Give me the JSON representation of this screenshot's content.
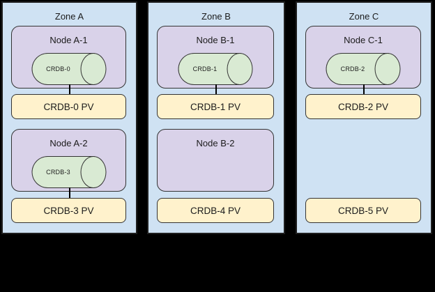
{
  "diagram": {
    "description_type": "cluster-topology-diagram"
  },
  "colors": {
    "background": "#000000",
    "zone_fill": "#cfe2f3",
    "node_fill": "#d9d2e9",
    "pod_fill": "#d9ead3",
    "pv_fill": "#fff2cc",
    "line": "#333333",
    "line_strong": "#1f1f1f",
    "text": "#1b1b1b"
  },
  "zones": [
    {
      "title": "Zone A",
      "node1": {
        "label": "Node A-1",
        "pod": "CRDB-0"
      },
      "pv1": "CRDB-0 PV",
      "node2": {
        "label": "Node A-2",
        "pod": "CRDB-3"
      },
      "pv2": "CRDB-3 PV"
    },
    {
      "title": "Zone B",
      "node1": {
        "label": "Node B-1",
        "pod": "CRDB-1"
      },
      "pv1": "CRDB-1 PV",
      "node2": {
        "label": "Node B-2"
      },
      "pv2": "CRDB-4 PV"
    },
    {
      "title": "Zone C",
      "node1": {
        "label": "Node C-1",
        "pod": "CRDB-2"
      },
      "pv1": "CRDB-2 PV",
      "pv2": "CRDB-5 PV"
    }
  ]
}
